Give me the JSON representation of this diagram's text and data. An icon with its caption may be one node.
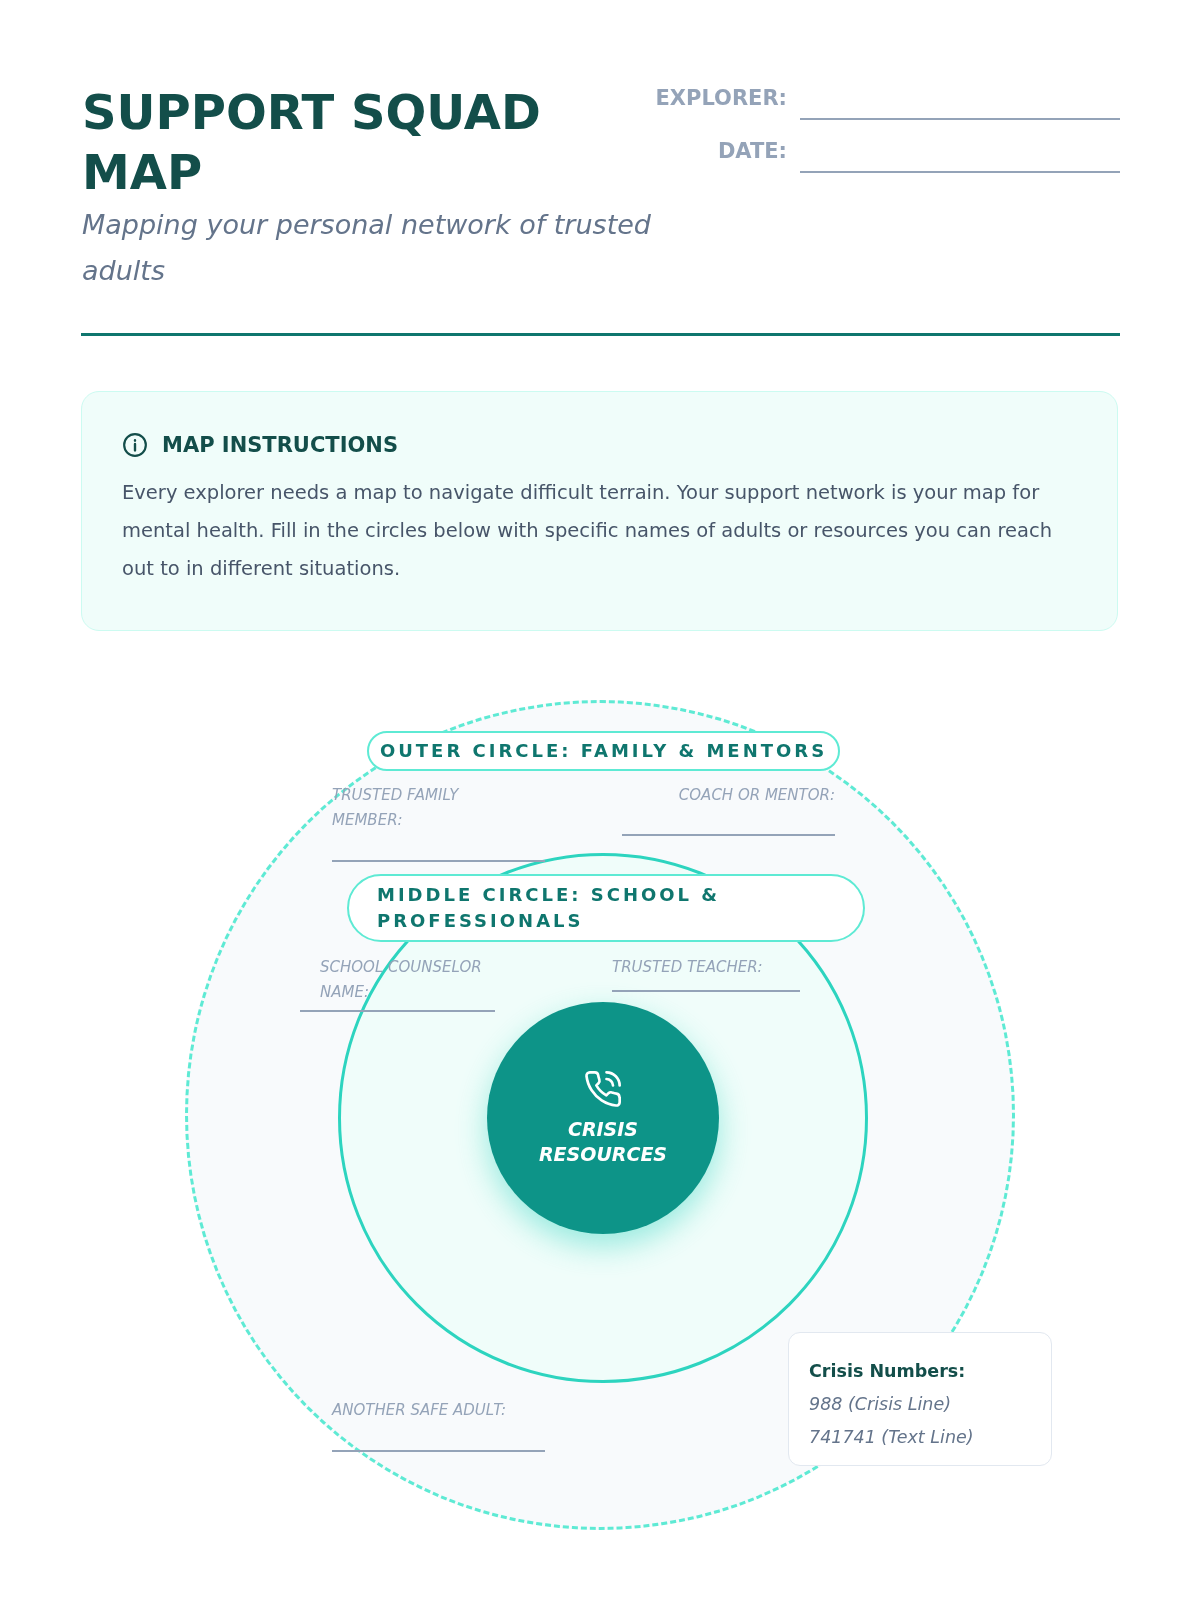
{
  "diagram": {
    "title": "SUPPORT SQUAD MAP",
    "nodes": [
      {
        "text": [
          "MAP INSTRUCTIONS",
          "Every explorer needs a map to navigate difficult terrain. Your support network is your map for mental health. Fill in the circles below with specific names of adults or resources you can reach out to in different situations."
        ]
      },
      {
        "text": [
          "OUTER CIRCLE: FAMILY & MENTORS"
        ]
      },
      {
        "text": [
          "MIDDLE CIRCLE: SCHOOL & PROFESSIONALS"
        ],
        "in": 1
      },
      {
        "text": [
          "CRISIS RESOURCES"
        ],
        "in": 2
      },
      {
        "text": [
          "Crisis Numbers:",
          "988 (Crisis Line)",
          "741741 (Text Line)"
        ]
      }
    ],
    "labels": [
      "Mapping your personal network of trusted adults",
      "EXPLORER:",
      "DATE:",
      "TRUSTED FAMILY MEMBER:",
      "COACH OR MENTOR:",
      "SCHOOL COUNSELOR NAME:",
      "TRUSTED TEACHER:",
      "ANOTHER SAFE ADULT:"
    ]
  }
}
